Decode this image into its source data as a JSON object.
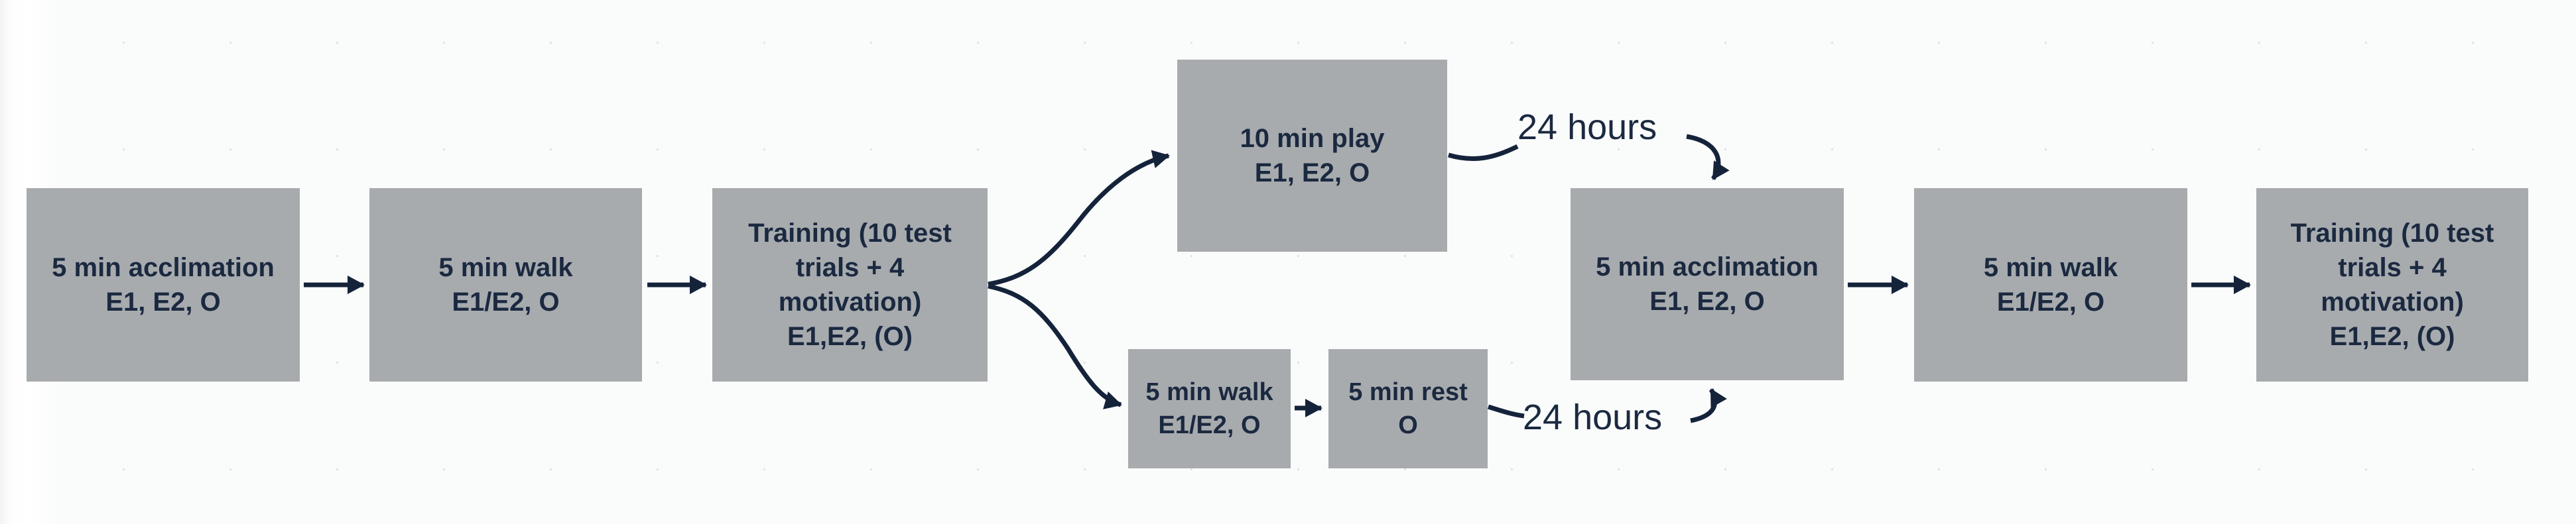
{
  "diagram": {
    "type": "flowchart",
    "description": "Experimental session procedure with two counterbalanced conditions (play vs rest) separated by 24 hours",
    "colors": {
      "canvas": "#fafbfb",
      "dot_grid": "#dfe3e5",
      "box_fill": "#a7abae",
      "text": "#1b2940",
      "arrow": "#14233a"
    },
    "nodes": {
      "acclimation1": {
        "lines": [
          "5 min acclimation",
          "E1, E2, O"
        ]
      },
      "walk1": {
        "lines": [
          "5 min walk",
          "E1/E2, O"
        ]
      },
      "training1": {
        "lines": [
          "Training (10 test",
          "trials + 4",
          "motivation)",
          "E1,E2, (O)"
        ]
      },
      "play": {
        "lines": [
          "10 min play",
          "E1, E2, O"
        ]
      },
      "walk_branch": {
        "lines": [
          "5 min walk",
          "E1/E2, O"
        ]
      },
      "rest": {
        "lines": [
          "5 min rest",
          "O"
        ]
      },
      "acclimation2": {
        "lines": [
          "5 min acclimation",
          "E1, E2, O"
        ]
      },
      "walk2": {
        "lines": [
          "5 min walk",
          "E1/E2, O"
        ]
      },
      "training2": {
        "lines": [
          "Training (10 test",
          "trials + 4",
          "motivation)",
          "E1,E2, (O)"
        ]
      }
    },
    "labels": {
      "delay_top": "24 hours",
      "delay_bottom": "24 hours"
    },
    "edges": [
      "acclimation1 -> walk1",
      "walk1 -> training1",
      "training1 -> play (upper branch)",
      "training1 -> walk_branch (lower branch)",
      "walk_branch -> rest",
      "play -> 24 hours -> acclimation2",
      "rest -> 24 hours -> acclimation2",
      "acclimation2 -> walk2",
      "walk2 -> training2"
    ]
  }
}
